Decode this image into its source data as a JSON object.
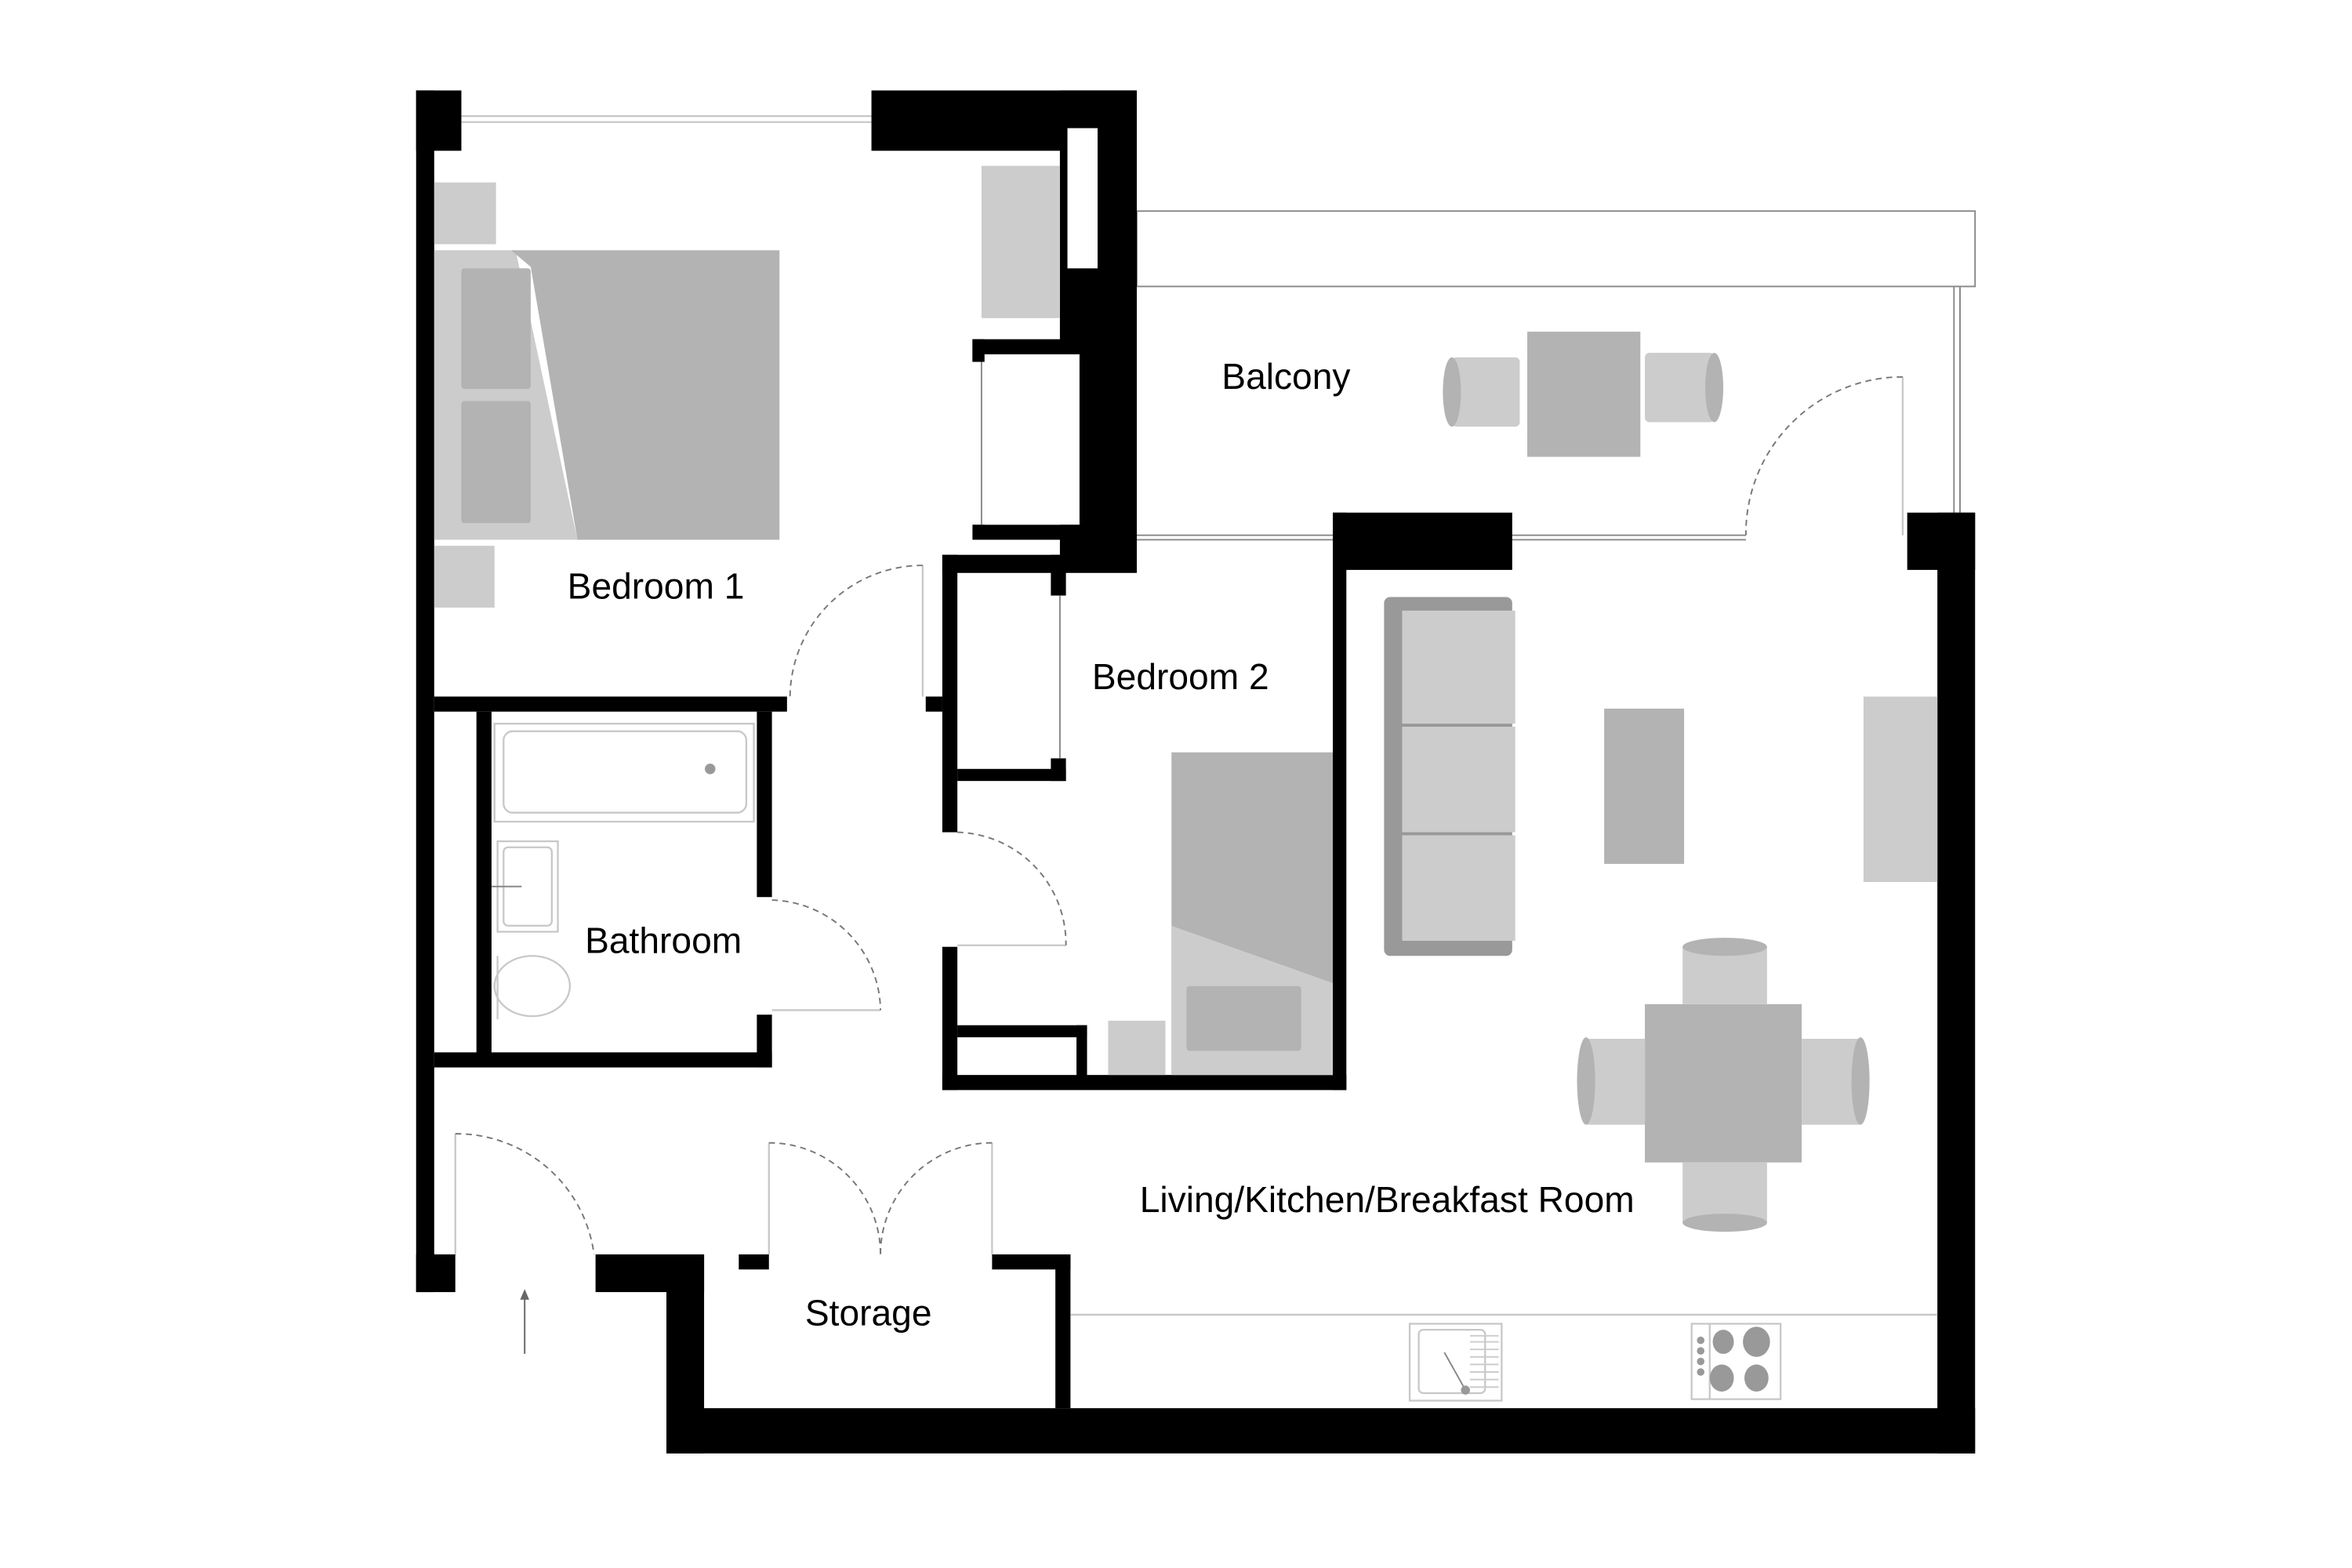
{
  "rooms": {
    "bedroom1": "Bedroom 1",
    "bedroom2": "Bedroom 2",
    "balcony": "Balcony",
    "bathroom": "Bathroom",
    "living": "Living/Kitchen/Breakfast Room",
    "storage": "Storage"
  },
  "colors": {
    "wall": "#000000",
    "furniture_light": "#cccccc",
    "furniture_mid": "#b3b3b3",
    "fixture": "#999999"
  }
}
